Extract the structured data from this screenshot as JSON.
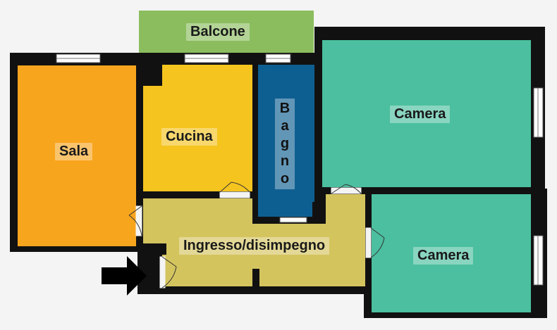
{
  "rooms": {
    "balcone": "Balcone",
    "sala": "Sala",
    "cucina": "Cucina",
    "bagno": [
      "B",
      "a",
      "g",
      "n",
      "o"
    ],
    "camera_1": "Camera",
    "camera_2": "Camera",
    "ingresso": "Ingresso/disimpegno"
  },
  "colors": {
    "balcone": "#8bbd5e",
    "sala": "#f8a51e",
    "cucina": "#f5c41f",
    "bagno": "#0e5f91",
    "camera": "#4bbf9f",
    "ingresso": "#d4c45e",
    "wall": "#111111"
  },
  "icons": {
    "entrance": "entrance-arrow-icon"
  }
}
